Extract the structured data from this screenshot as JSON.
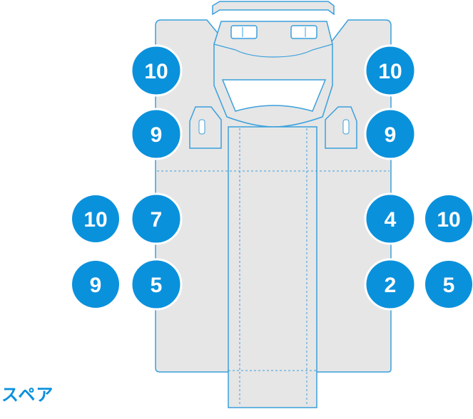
{
  "spare_label": "スペア",
  "colors": {
    "badge_fill": "#0a91dc",
    "badge_ring": "#ffffff",
    "part_fill": "#e6e6e6",
    "part_stroke": "#3aa0dc"
  },
  "badges": {
    "left_upper_top": "10",
    "left_upper_mid": "9",
    "left_lower_top_inner": "7",
    "left_lower_top_outer": "10",
    "left_lower_bottom_inner": "5",
    "left_lower_bottom_outer": "9",
    "right_upper_top": "10",
    "right_upper_mid": "9",
    "right_lower_top_inner": "4",
    "right_lower_top_outer": "10",
    "right_lower_bottom_inner": "2",
    "right_lower_bottom_outer": "5"
  }
}
